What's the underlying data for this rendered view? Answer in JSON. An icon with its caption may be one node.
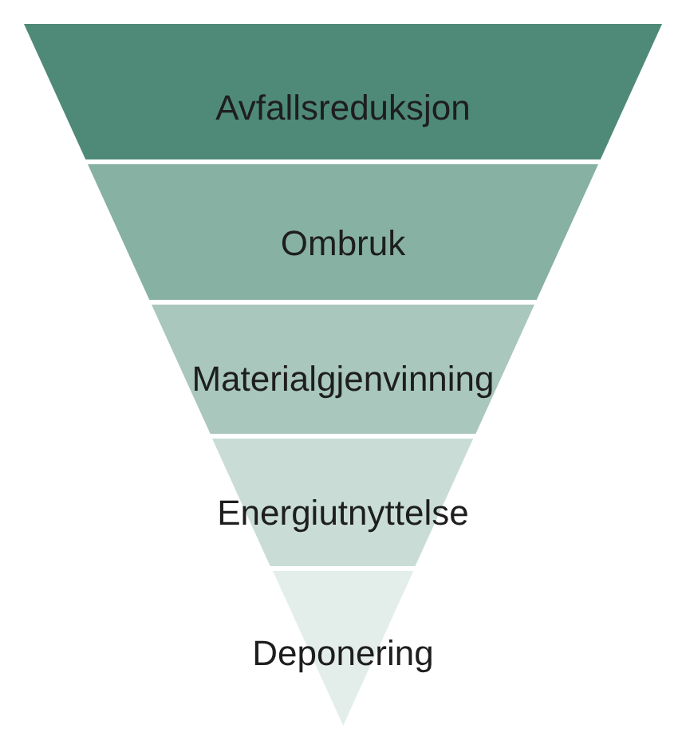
{
  "diagram": {
    "nodes": [
      {
        "text": [
          "Avfallsreduksjon"
        ]
      },
      {
        "text": [
          "Ombruk"
        ]
      },
      {
        "text": [
          "Materialgjenvinning"
        ]
      },
      {
        "text": [
          "Energiutnyttelse"
        ]
      },
      {
        "text": [
          "Deponering"
        ]
      }
    ]
  }
}
